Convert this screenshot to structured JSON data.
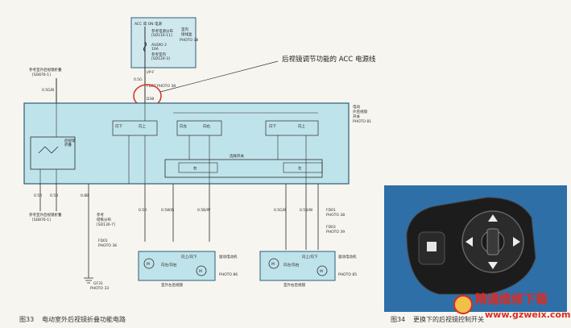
{
  "figure_left": {
    "caption_no": "图33",
    "caption": "电动室外后视镜折叠功能电路",
    "annotation": "后视镜调节功能的 ACC 电源线",
    "fuse_box": {
      "title": "ACC 或 ON 电源",
      "lines": [
        "室内",
        "接线盒"
      ],
      "photo": "PHOTO 38",
      "fuse_name": "AUDIO 2",
      "fuse_rating": "10A",
      "labels": [
        "参考电源分布",
        "[SD110-11]",
        "参考室内",
        "[SD120-3]"
      ]
    },
    "wire_labels": [
      "0.5G",
      "I/P-F",
      "FD07",
      "PHOTO 38",
      "D38",
      "0.5G/B",
      "参考室外后视镜折叠",
      "[SD876-1]",
      "0.5R",
      "0.5B",
      "0.8B",
      "0.5R",
      "0.5W/B",
      "0.5B/W",
      "0.5G/B",
      "0.5B/W",
      "FD01",
      "PHOTO 38",
      "FD03",
      "PHOTO 39",
      "FD01",
      "PHOTO 36",
      "GF31",
      "PHOTO 33",
      "参考室外后视镜折叠",
      "[SD876-1]",
      "参考",
      "搭铁分布",
      "[SD130-7]"
    ],
    "module_box": {
      "labels": [
        "电动",
        "外后视镜",
        "开关",
        "PHOTO 81",
        "后视镜",
        "折叠",
        "左",
        "右",
        "选择开关"
      ],
      "switch_labels": [
        "向下",
        "向上",
        "向左",
        "向右"
      ]
    },
    "motors": [
      {
        "name": "室外左后视镜",
        "photo": "PHOTO 86",
        "labels": [
          "驱动电动机",
          "向左/向右",
          "向上/向下"
        ]
      },
      {
        "name": "室外右后视镜",
        "photo": "PHOTO 85",
        "labels": [
          "驱动电动机",
          "向左/向右",
          "向上/向下"
        ]
      }
    ]
  },
  "figure_right": {
    "caption_no": "图34",
    "caption": "更换下的后视镜控制开关"
  },
  "watermark": {
    "brand": "精通维修下载",
    "url": "www.gzweix.com"
  },
  "colors": {
    "panel": "#bfe3ea",
    "panel_border": "#2c5d78",
    "wire": "#2b2b2b",
    "highlight_circle": "#d0302a",
    "watermark": "#e02a1e"
  }
}
